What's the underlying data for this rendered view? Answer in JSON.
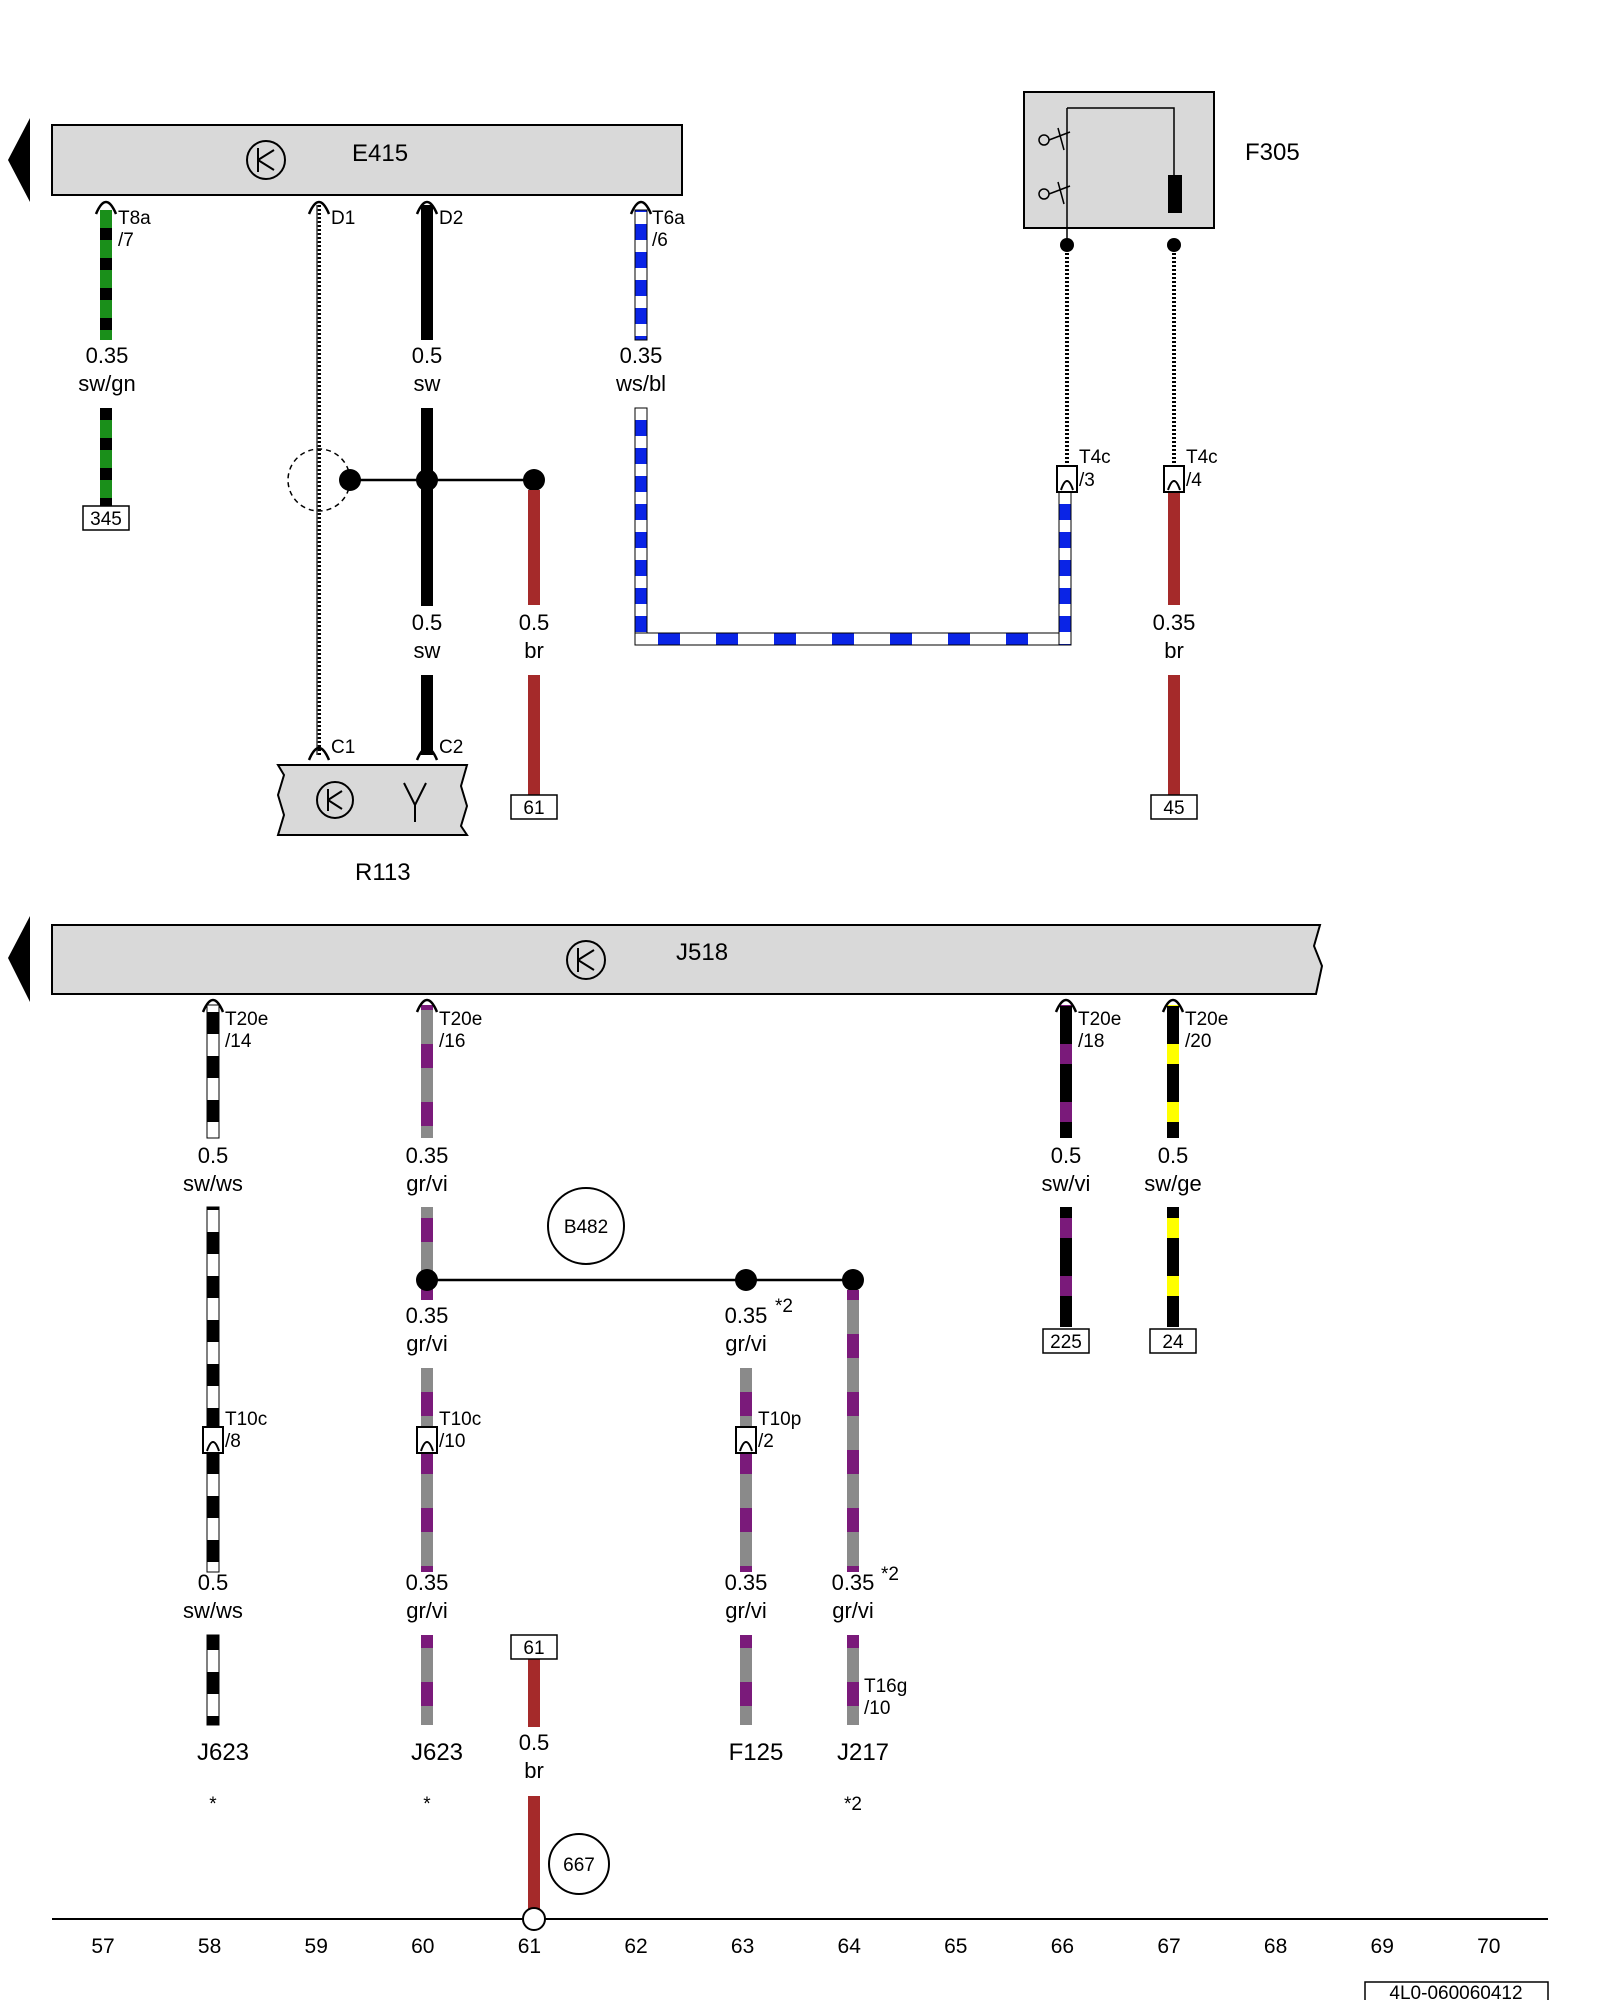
{
  "document_id": "4L0-060060412",
  "colors": {
    "housing": "#d9d9d9",
    "sw": "#000000",
    "gn": "#1a8f1a",
    "ws": "#ffffff",
    "bl": "#0a24e6",
    "br": "#a52a2a",
    "gr": "#8a8a8a",
    "vi": "#7a1a7a",
    "ge": "#ffff00"
  },
  "components": {
    "e415": "E415",
    "f305": "F305",
    "r113": "R113",
    "j518": "J518",
    "j623_a": "J623",
    "j623_b": "J623",
    "f125": "F125",
    "j217": "J217"
  },
  "pins": {
    "t8a_7": [
      "T8a",
      "/7"
    ],
    "d1": [
      "D1"
    ],
    "d2": [
      "D2"
    ],
    "t6a_6": [
      "T6a",
      "/6"
    ],
    "c1": [
      "C1"
    ],
    "c2": [
      "C2"
    ],
    "t4c_3": [
      "T4c",
      "/3"
    ],
    "t4c_4": [
      "T4c",
      "/4"
    ],
    "t20e_14": [
      "T20e",
      "/14"
    ],
    "t20e_16": [
      "T20e",
      "/16"
    ],
    "t20e_18": [
      "T20e",
      "/18"
    ],
    "t20e_20": [
      "T20e",
      "/20"
    ],
    "t10c_8": [
      "T10c",
      "/8"
    ],
    "t10c_10": [
      "T10c",
      "/10"
    ],
    "t10p_2": [
      "T10p",
      "/2"
    ],
    "t16g_10": [
      "T16g",
      "/10"
    ]
  },
  "wires": {
    "w1": [
      "0.35",
      "sw/gn"
    ],
    "w2": [
      "0.5",
      "sw"
    ],
    "w3": [
      "0.35",
      "ws/bl"
    ],
    "w4": [
      "0.5",
      "sw"
    ],
    "w5": [
      "0.5",
      "br"
    ],
    "w6": [
      "0.35",
      "br"
    ],
    "w7": [
      "0.5",
      "sw/ws"
    ],
    "w8": [
      "0.35",
      "gr/vi"
    ],
    "w9": [
      "0.5",
      "sw/vi"
    ],
    "w10": [
      "0.5",
      "sw/ge"
    ],
    "w11": [
      "0.35",
      "gr/vi"
    ],
    "w12": [
      "0.35",
      "gr/vi"
    ],
    "w13": [
      "0.5",
      "sw/ws"
    ],
    "w14": [
      "0.35",
      "gr/vi"
    ],
    "w15": [
      "0.35",
      "gr/vi"
    ],
    "w16": [
      "0.35",
      "gr/vi"
    ],
    "w17": [
      "0.5",
      "br"
    ]
  },
  "notes": {
    "star2_a": "*2",
    "star2_b": "*2",
    "star_j623a": "*",
    "star_j623b": "*",
    "star2_j217": "*2"
  },
  "references": {
    "r345": "345",
    "r61a": "61",
    "r45": "45",
    "r225": "225",
    "r24": "24",
    "r61b": "61"
  },
  "circles": {
    "b482": "B482",
    "c667": "667"
  },
  "columns": [
    "57",
    "58",
    "59",
    "60",
    "61",
    "62",
    "63",
    "64",
    "65",
    "66",
    "67",
    "68",
    "69",
    "70"
  ]
}
